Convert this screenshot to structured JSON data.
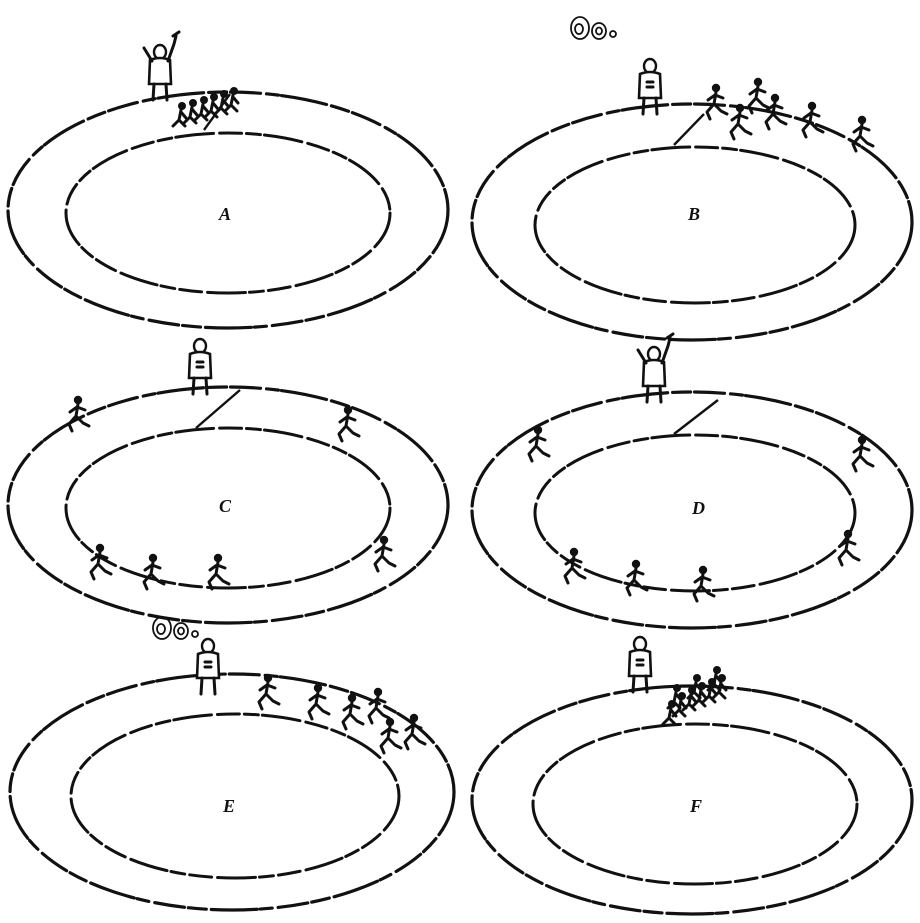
{
  "panels": [
    {
      "id": "A",
      "label": "A",
      "official": "starter-with-pistol-raised",
      "runners": "crouched-at-start-line"
    },
    {
      "id": "B",
      "label": "B",
      "official": "starter-after-shot",
      "runners": "running-bunched"
    },
    {
      "id": "C",
      "label": "C",
      "official": "starter-standing",
      "runners": "spread-around-track"
    },
    {
      "id": "D",
      "label": "D",
      "official": "starter-with-pistol-raised",
      "runners": "spread-around-track"
    },
    {
      "id": "E",
      "label": "E",
      "official": "starter-after-shot",
      "runners": "running-bunched"
    },
    {
      "id": "F",
      "label": "F",
      "official": "starter-standing",
      "runners": "crouched-at-start-line"
    }
  ],
  "colors": {
    "ink": "#111111",
    "paper": "#ffffff"
  }
}
